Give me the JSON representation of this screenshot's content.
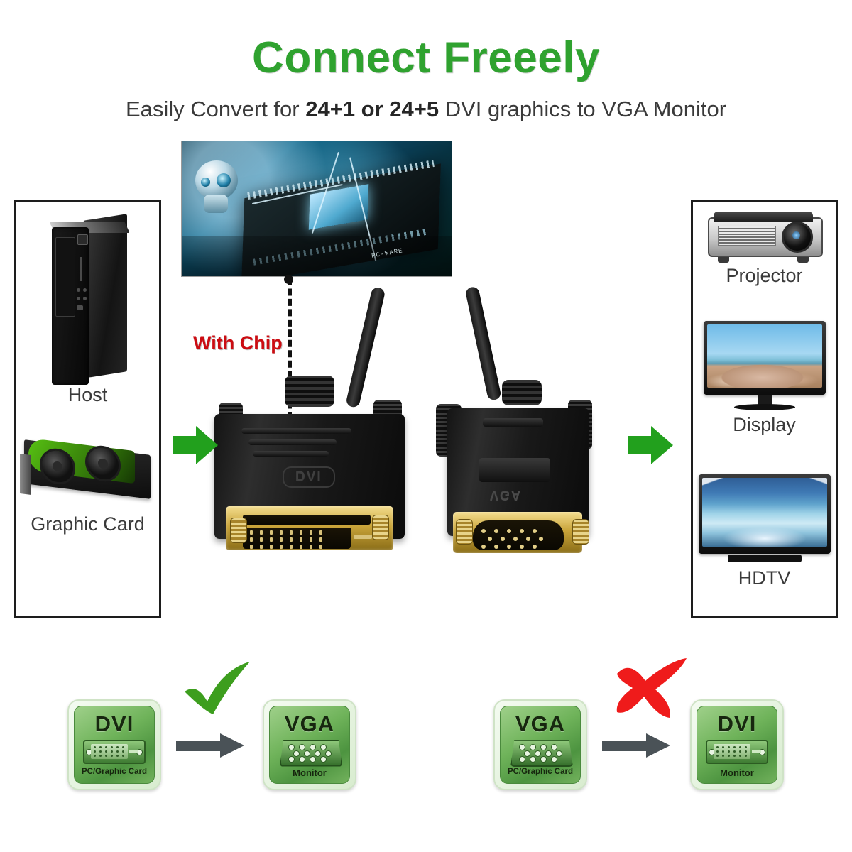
{
  "header": {
    "title": "Connect Freeely",
    "subtitle_parts": [
      {
        "text": "Easily Convert for ",
        "bold": false
      },
      {
        "text": "24+1",
        "bold": true
      },
      {
        "text": " or ",
        "bold": true
      },
      {
        "text": "24+5",
        "bold": true
      },
      {
        "text": " DVI graphics to VGA Monitor",
        "bold": false
      }
    ],
    "subtitle_plain": "Easily Convert for 24+1 or 24+5 DVI graphics to VGA Monitor",
    "title_color": "#2fa22f",
    "subtitle_color": "#3a3a3a"
  },
  "source_panel": {
    "name": "source-devices-panel",
    "items": [
      {
        "label": "Host",
        "icon": "pc-tower-icon"
      },
      {
        "label": "Graphic Card",
        "icon": "graphics-card-icon"
      }
    ]
  },
  "target_panel": {
    "name": "target-devices-panel",
    "items": [
      {
        "label": "Projector",
        "icon": "projector-icon"
      },
      {
        "label": "Display",
        "icon": "monitor-icon"
      },
      {
        "label": "HDTV",
        "icon": "television-icon"
      }
    ]
  },
  "chip_callout": {
    "label": "With Chip",
    "label_color": "#cc0c12",
    "photo_caption": "chip-photo",
    "photo_text": "PC-WARE"
  },
  "cable": {
    "left_connector": {
      "type": "DVI",
      "emboss": "DVI",
      "name": "dvi-male-connector"
    },
    "right_connector": {
      "type": "VGA",
      "emboss": "VGA",
      "name": "vga-male-connector"
    }
  },
  "flow_arrows": {
    "left_arrow_color": "#22a01d",
    "right_arrow_color": "#22a01d"
  },
  "compatibility": [
    {
      "id": "supported",
      "mark": "check",
      "mark_color": "#3d9e1e",
      "from": {
        "big": "DVI",
        "sub": "PC/Graphic Card",
        "port": "dvi-port-icon"
      },
      "to": {
        "big": "VGA",
        "sub": "Monitor",
        "port": "vga-port-icon"
      }
    },
    {
      "id": "not-supported",
      "mark": "cross",
      "mark_color": "#ef1b1b",
      "from": {
        "big": "VGA",
        "sub": "PC/Graphic Card",
        "port": "vga-port-icon"
      },
      "to": {
        "big": "DVI",
        "sub": "Monitor",
        "port": "dvi-port-icon"
      }
    }
  ]
}
